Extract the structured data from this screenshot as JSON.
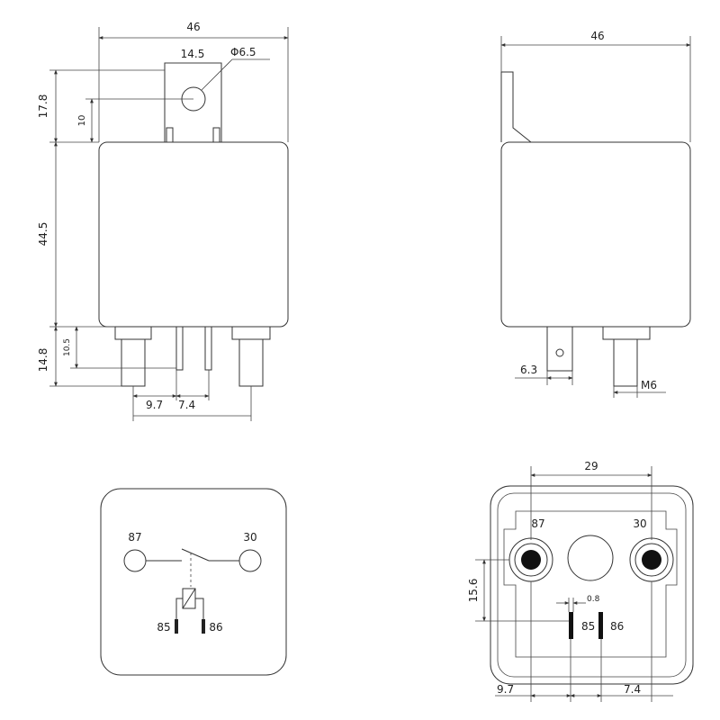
{
  "front_view": {
    "width": "46",
    "bracket_offset": "14.5",
    "hole_diameter": "Φ6.5",
    "bracket_height": "17.8",
    "hole_height": "10",
    "body_height": "44.5",
    "terminal_length": "14.8",
    "small_terminal": "10.5",
    "pitch_left": "9.7",
    "pitch_right": "7.4"
  },
  "side_view": {
    "width": "46",
    "tab_width": "6.3",
    "thread": "M6"
  },
  "schematic": {
    "pin_87": "87",
    "pin_30": "30",
    "pin_85": "85",
    "pin_86": "86"
  },
  "bottom_view": {
    "span": "29",
    "pin_87": "87",
    "pin_30": "30",
    "pin_85": "85",
    "pin_86": "86",
    "height_offset": "15.6",
    "gap": "0.8",
    "pitch_left": "9.7",
    "pitch_right": "7.4"
  }
}
